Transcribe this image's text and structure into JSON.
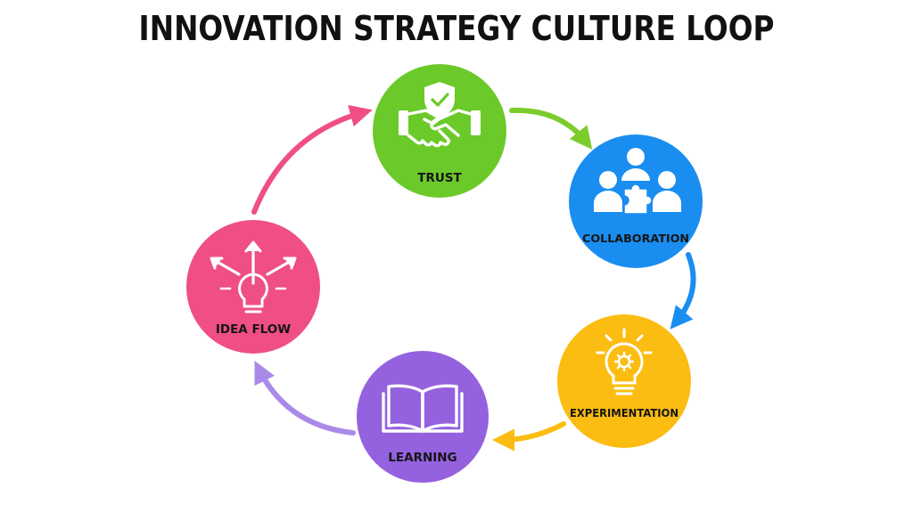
{
  "title": "INNOVATION STRATEGY CULTURE LOOP",
  "nodes": [
    {
      "id": "trust",
      "label": "TRUST",
      "color": "#6cc92a",
      "icon": "handshake-shield-icon"
    },
    {
      "id": "collaboration",
      "label": "COLLABORATION",
      "color": "#1a8df0",
      "icon": "team-puzzle-icon"
    },
    {
      "id": "experimentation",
      "label": "EXPERIMENTATION",
      "color": "#fbbd12",
      "icon": "lightbulb-gear-icon"
    },
    {
      "id": "learning",
      "label": "LEARNING",
      "color": "#9461df",
      "icon": "open-book-icon"
    },
    {
      "id": "idea_flow",
      "label": "IDEA FLOW",
      "color": "#ef4f83",
      "icon": "lightbulb-arrows-icon"
    }
  ]
}
